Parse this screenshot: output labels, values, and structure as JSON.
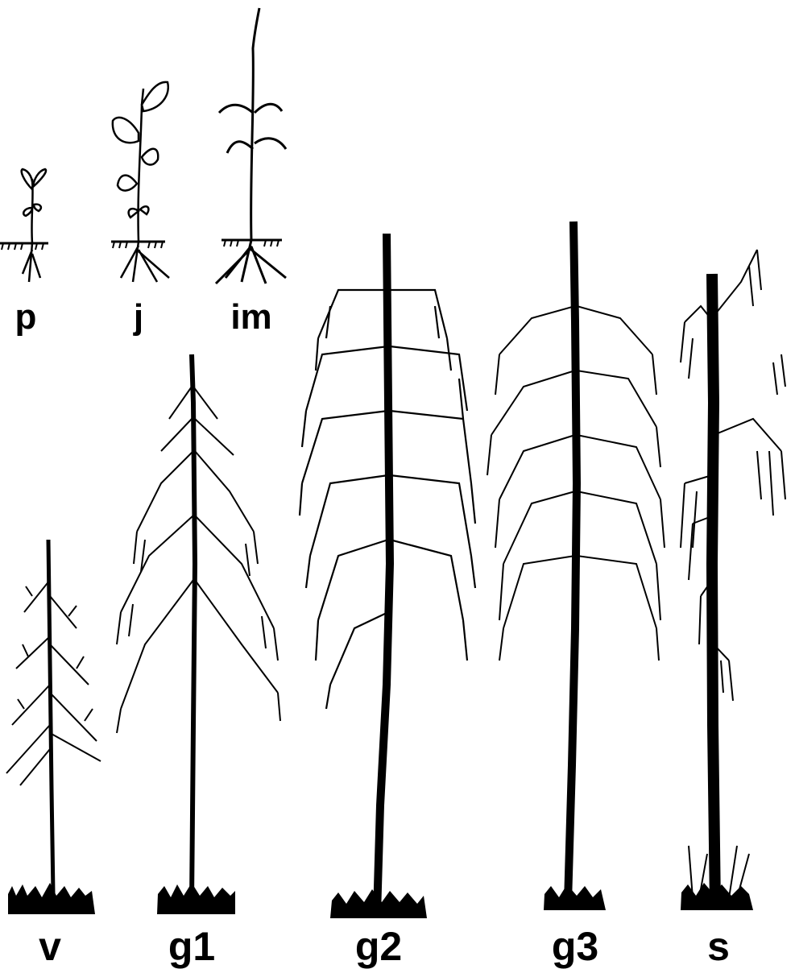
{
  "stages": [
    {
      "id": "p",
      "label": "p"
    },
    {
      "id": "j",
      "label": "j"
    },
    {
      "id": "im",
      "label": "im"
    },
    {
      "id": "v",
      "label": "v"
    },
    {
      "id": "g1",
      "label": "g1"
    },
    {
      "id": "g2",
      "label": "g2"
    },
    {
      "id": "g3",
      "label": "g3"
    },
    {
      "id": "s",
      "label": "s"
    }
  ]
}
